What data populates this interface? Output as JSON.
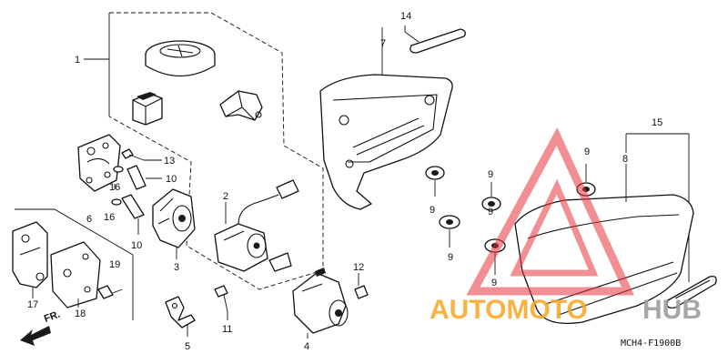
{
  "callouts": {
    "c1": "1",
    "c2": "2",
    "c3": "3",
    "c4": "4",
    "c5": "5",
    "c6": "6",
    "c7": "7",
    "c8": "8",
    "c9a": "9",
    "c9b": "9",
    "c9c": "9",
    "c9d": "9",
    "c9e": "9",
    "c9f": "9",
    "c10a": "10",
    "c10b": "10",
    "c11": "11",
    "c12": "12",
    "c13": "13",
    "c14": "14",
    "c15": "15",
    "c16a": "16",
    "c16b": "16",
    "c17": "17",
    "c18": "18",
    "c19": "19"
  },
  "front_marker": "FR.",
  "diagram_code": "MCH4-F1900B",
  "watermark": {
    "text_left": "AUTOMOTO",
    "text_right": "HUB",
    "color_triangle": "#e8343a",
    "color_left": "#f5a623",
    "color_right": "#9e9e9e"
  }
}
